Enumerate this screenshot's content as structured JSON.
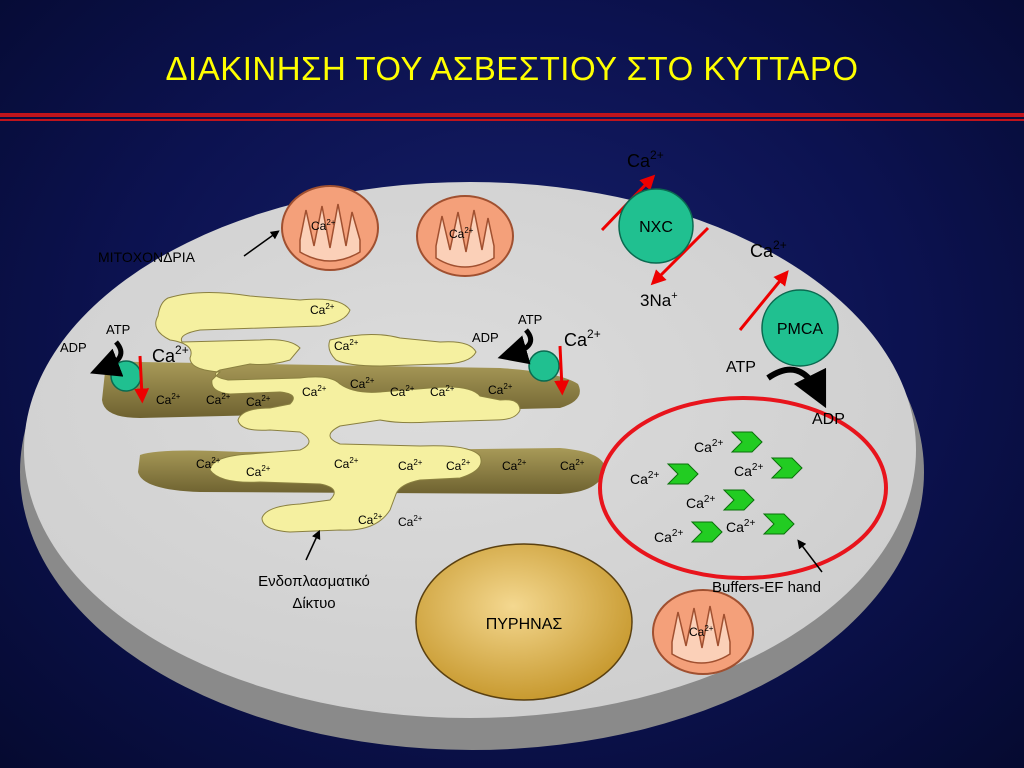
{
  "title": "ΔΙΑΚΙΝΗΣΗ ΤΟΥ ΑΣΒΕΣΤΙΟΥ ΣΤΟ ΚΥΤΤΑΡΟ",
  "labels": {
    "mitochondria": "ΜΙΤΟΧΟΝΔΡΙΑ",
    "er_line1": "Ενδοπλασματικό",
    "er_line2": "Δίκτυο",
    "nucleus": "ΠΥΡΗΝΑΣ",
    "buffers": "Buffers-EF hand",
    "nxc": "NXC",
    "pmca": "PMCA",
    "na": "3Na",
    "na_sup": "+",
    "atp": "ATP",
    "adp": "ADP",
    "ca": "Ca",
    "ca_sup": "2+"
  },
  "colors": {
    "background": "#0c1250",
    "title": "#ffff00",
    "rule": "#c0141c",
    "cell": "#d4d4d4",
    "er": "#f5f0a0",
    "mitochondrion": "#f4a07a",
    "nucleus": "#e9c060",
    "pump": "#20c090",
    "buffer": "#22cc22",
    "arrow_red": "#ee0000",
    "circle": "#e8141c"
  }
}
